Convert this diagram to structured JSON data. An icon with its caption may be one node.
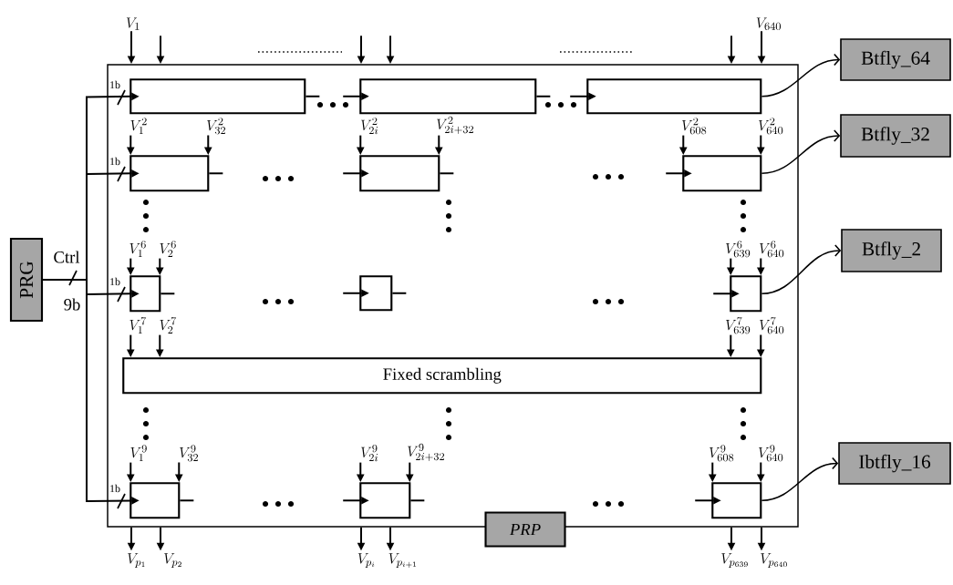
{
  "diagram": {
    "nodes": [
      {
        "text": [
          "PRG"
        ]
      },
      {
        "text": [
          "PRP"
        ]
      },
      {
        "text": [
          "Btfly_64"
        ]
      },
      {
        "text": [
          "Btfly_32"
        ]
      },
      {
        "text": [
          "Btfly_2"
        ]
      },
      {
        "text": [
          "Ibtfly_16"
        ]
      },
      {
        "text": [],
        "shape": "box",
        "in": 1
      },
      {
        "text": [],
        "shape": "box",
        "in": 1
      },
      {
        "text": [],
        "shape": "box",
        "in": 1
      },
      {
        "text": [],
        "shape": "box",
        "in": 1
      },
      {
        "text": [],
        "shape": "box",
        "in": 1
      },
      {
        "text": [],
        "shape": "box",
        "in": 1
      },
      {
        "text": [],
        "shape": "box",
        "in": 1
      },
      {
        "text": [],
        "shape": "box",
        "in": 1
      },
      {
        "text": [],
        "shape": "box",
        "in": 1
      },
      {
        "text": [
          "Fixed scrambling"
        ],
        "in": 1
      },
      {
        "text": [],
        "shape": "box",
        "in": 1
      },
      {
        "text": [],
        "shape": "box",
        "in": 1
      },
      {
        "text": [],
        "shape": "box",
        "in": 1
      },
      {
        "text": [
          "V_{1}"
        ]
      },
      {
        "text": [
          "V_{640}"
        ]
      },
      {
        "text": [
          "V_{1}^{2}"
        ],
        "in": 1
      },
      {
        "text": [
          "V_{32}^{2}"
        ],
        "in": 1
      },
      {
        "text": [
          "V_{2i}^{2}"
        ],
        "in": 1
      },
      {
        "text": [
          "V_{2i+32}^{2}"
        ],
        "in": 1
      },
      {
        "text": [
          "V_{608}^{2}"
        ],
        "in": 1
      },
      {
        "text": [
          "V_{640}^{2}"
        ],
        "in": 1
      },
      {
        "text": [
          "V_{1}^{6}"
        ],
        "in": 1
      },
      {
        "text": [
          "V_{2}^{6}"
        ],
        "in": 1
      },
      {
        "text": [
          "V_{639}^{6}"
        ],
        "in": 1
      },
      {
        "text": [
          "V_{640}^{6}"
        ],
        "in": 1
      },
      {
        "text": [
          "V_{1}^{7}"
        ],
        "in": 1
      },
      {
        "text": [
          "V_{2}^{7}"
        ],
        "in": 1
      },
      {
        "text": [
          "V_{639}^{7}"
        ],
        "in": 1
      },
      {
        "text": [
          "V_{640}^{7}"
        ],
        "in": 1
      },
      {
        "text": [
          "V_{1}^{9}"
        ],
        "in": 1
      },
      {
        "text": [
          "V_{32}^{9}"
        ],
        "in": 1
      },
      {
        "text": [
          "V_{2i}^{9}"
        ],
        "in": 1
      },
      {
        "text": [
          "V_{2i+32}^{9}"
        ],
        "in": 1
      },
      {
        "text": [
          "V_{608}^{9}"
        ],
        "in": 1
      },
      {
        "text": [
          "V_{640}^{9}"
        ],
        "in": 1
      },
      {
        "text": [
          "V_{p_{1}}"
        ]
      },
      {
        "text": [
          "V_{p_{2}}"
        ]
      },
      {
        "text": [
          "V_{p_{i}}"
        ]
      },
      {
        "text": [
          "V_{p_{i+1}}"
        ]
      },
      {
        "text": [
          "V_{p_{639}}"
        ]
      },
      {
        "text": [
          "V_{p_{640}}"
        ]
      }
    ],
    "edges": [
      {
        "from": 19,
        "to": 1,
        "arrow": "to"
      },
      {
        "from": null,
        "to": 1,
        "arrow": "to"
      },
      {
        "from": null,
        "to": 1,
        "arrow": "to"
      },
      {
        "from": null,
        "to": 1,
        "arrow": "to"
      },
      {
        "from": null,
        "to": 1,
        "arrow": "to"
      },
      {
        "from": 20,
        "to": 1,
        "arrow": "to"
      },
      {
        "from": 21,
        "to": 9,
        "arrow": "to"
      },
      {
        "from": 22,
        "to": 9,
        "arrow": "to"
      },
      {
        "from": 23,
        "to": 10,
        "arrow": "to"
      },
      {
        "from": 24,
        "to": 10,
        "arrow": "to"
      },
      {
        "from": 25,
        "to": 11,
        "arrow": "to"
      },
      {
        "from": 26,
        "to": 11,
        "arrow": "to"
      },
      {
        "from": 27,
        "to": 12,
        "arrow": "to"
      },
      {
        "from": 28,
        "to": 12,
        "arrow": "to"
      },
      {
        "from": 29,
        "to": 14,
        "arrow": "to"
      },
      {
        "from": 30,
        "to": 14,
        "arrow": "to"
      },
      {
        "from": 31,
        "to": 15,
        "arrow": "to"
      },
      {
        "from": 32,
        "to": 15,
        "arrow": "to"
      },
      {
        "from": 33,
        "to": 15,
        "arrow": "to"
      },
      {
        "from": 34,
        "to": 15,
        "arrow": "to"
      },
      {
        "from": 35,
        "to": 16,
        "arrow": "to"
      },
      {
        "from": 36,
        "to": 16,
        "arrow": "to"
      },
      {
        "from": 37,
        "to": 17,
        "arrow": "to"
      },
      {
        "from": 38,
        "to": 17,
        "arrow": "to"
      },
      {
        "from": 39,
        "to": 18,
        "arrow": "to"
      },
      {
        "from": 40,
        "to": 18,
        "arrow": "to"
      },
      {
        "from": 1,
        "to": 41,
        "arrow": "to"
      },
      {
        "from": 1,
        "to": 42,
        "arrow": "to"
      },
      {
        "from": 1,
        "to": 43,
        "arrow": "to"
      },
      {
        "from": 1,
        "to": 44,
        "arrow": "to"
      },
      {
        "from": 1,
        "to": 45,
        "arrow": "to"
      },
      {
        "from": 1,
        "to": 46,
        "arrow": "to"
      },
      {
        "from": 0,
        "to": 6,
        "arrow": "to"
      },
      {
        "from": 0,
        "to": 9,
        "arrow": "to"
      },
      {
        "from": 0,
        "to": 12,
        "arrow": "to"
      },
      {
        "from": 0,
        "to": 16,
        "arrow": "to"
      },
      {
        "from": 6,
        "to": null,
        "arrow": "none"
      },
      {
        "from": null,
        "to": 7,
        "arrow": "to"
      },
      {
        "from": 7,
        "to": null,
        "arrow": "none"
      },
      {
        "from": null,
        "to": 8,
        "arrow": "to"
      },
      {
        "from": 9,
        "to": null,
        "arrow": "none"
      },
      {
        "from": null,
        "to": 10,
        "arrow": "to"
      },
      {
        "from": 10,
        "to": null,
        "arrow": "none"
      },
      {
        "from": null,
        "to": 11,
        "arrow": "to"
      },
      {
        "from": 12,
        "to": null,
        "arrow": "none"
      },
      {
        "from": null,
        "to": 13,
        "arrow": "to"
      },
      {
        "from": 13,
        "to": null,
        "arrow": "none"
      },
      {
        "from": null,
        "to": 14,
        "arrow": "to"
      },
      {
        "from": 16,
        "to": null,
        "arrow": "none"
      },
      {
        "from": null,
        "to": 17,
        "arrow": "to"
      },
      {
        "from": 17,
        "to": null,
        "arrow": "none"
      },
      {
        "from": null,
        "to": 18,
        "arrow": "to"
      },
      {
        "from": 8,
        "to": 2,
        "arrow": "to"
      },
      {
        "from": 11,
        "to": 3,
        "arrow": "to"
      },
      {
        "from": 14,
        "to": 4,
        "arrow": "to"
      },
      {
        "from": 18,
        "to": 5,
        "arrow": "to"
      }
    ],
    "labels": [
      "1b",
      "1b",
      "Ctrl",
      "1b",
      "9b",
      "1b"
    ]
  }
}
